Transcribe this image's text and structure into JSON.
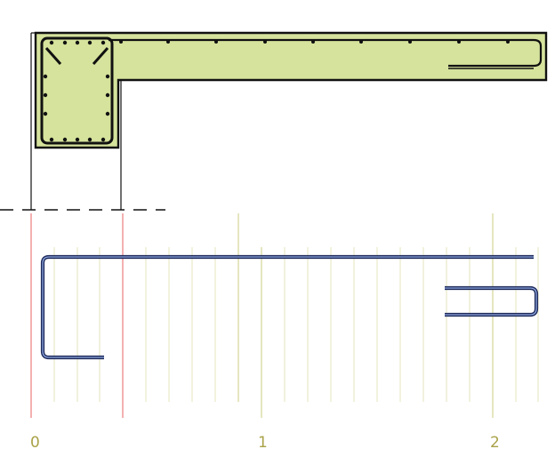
{
  "colors": {
    "concrete_fill": "#d5e39c",
    "outline": "#111111",
    "rebar_outer": "#1e2a5a",
    "rebar_inner": "#8ea6df",
    "axis_line": "#f08f8f",
    "grid_major": "#dcdca6",
    "grid_minor": "#e9eac7",
    "tick_label": "#a9a248"
  },
  "scale": {
    "ticks": [
      "0",
      "1",
      "2"
    ]
  }
}
